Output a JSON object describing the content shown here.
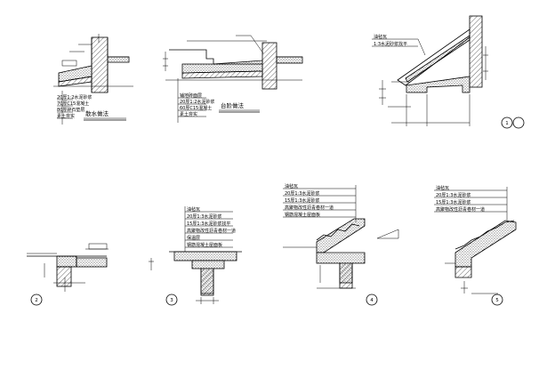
{
  "details": {
    "a": {
      "title": "散水做法",
      "notes": [
        "20厚1:2水泥砂浆",
        "70厚C15混凝土",
        "80厚碎石垫层",
        "素土夯实"
      ]
    },
    "b": {
      "title": "台阶做法",
      "notes": [
        "铺地砖面层",
        "20厚1:2水泥砂浆",
        "60厚C15混凝土",
        "素土夯实"
      ]
    },
    "c": {
      "marker": "1",
      "notes": [
        "油毡瓦",
        "1:3水泥砂浆找平"
      ]
    },
    "d": {
      "marker": "2"
    },
    "e": {
      "marker": "3",
      "notes": [
        "油毡瓦",
        "20厚1:3水泥砂浆",
        "15厚1:3水泥砂浆找平",
        "高聚物改性沥青卷材一道",
        "保温层",
        "钢筋混凝土屋面板"
      ]
    },
    "f": {
      "marker": "4",
      "notes": [
        "油毡瓦",
        "20厚1:3水泥砂浆",
        "15厚1:3水泥砂浆",
        "高聚物改性沥青卷材一道",
        "钢筋混凝土屋面板"
      ]
    },
    "g": {
      "marker": "5",
      "notes": [
        "油毡瓦",
        "20厚1:3水泥砂浆",
        "15厚1:3水泥砂浆",
        "高聚物改性沥青卷材一道"
      ]
    }
  }
}
